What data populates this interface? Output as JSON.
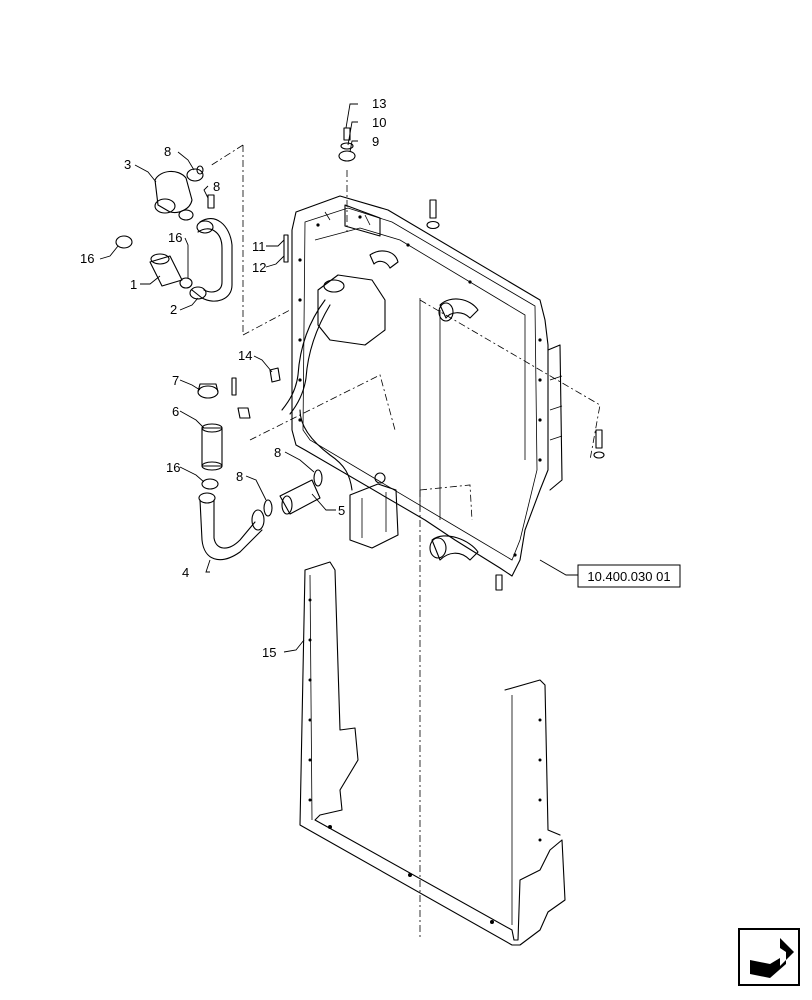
{
  "callouts": [
    {
      "id": "c13",
      "label": "13"
    },
    {
      "id": "c10",
      "label": "10"
    },
    {
      "id": "c9",
      "label": "9"
    },
    {
      "id": "c8a",
      "label": "8"
    },
    {
      "id": "c3",
      "label": "3"
    },
    {
      "id": "c8b",
      "label": "8"
    },
    {
      "id": "c16a",
      "label": "16"
    },
    {
      "id": "c16b",
      "label": "16"
    },
    {
      "id": "c1",
      "label": "1"
    },
    {
      "id": "c2",
      "label": "2"
    },
    {
      "id": "c11",
      "label": "11"
    },
    {
      "id": "c12",
      "label": "12"
    },
    {
      "id": "c14",
      "label": "14"
    },
    {
      "id": "c7",
      "label": "7"
    },
    {
      "id": "c6",
      "label": "6"
    },
    {
      "id": "c16c",
      "label": "16"
    },
    {
      "id": "c8c",
      "label": "8"
    },
    {
      "id": "c8d",
      "label": "8"
    },
    {
      "id": "c5",
      "label": "5"
    },
    {
      "id": "c4",
      "label": "4"
    },
    {
      "id": "c15",
      "label": "15"
    }
  ],
  "reference": {
    "label": "10.400.030 01"
  },
  "nav_icon": "next-page-arrow-icon"
}
